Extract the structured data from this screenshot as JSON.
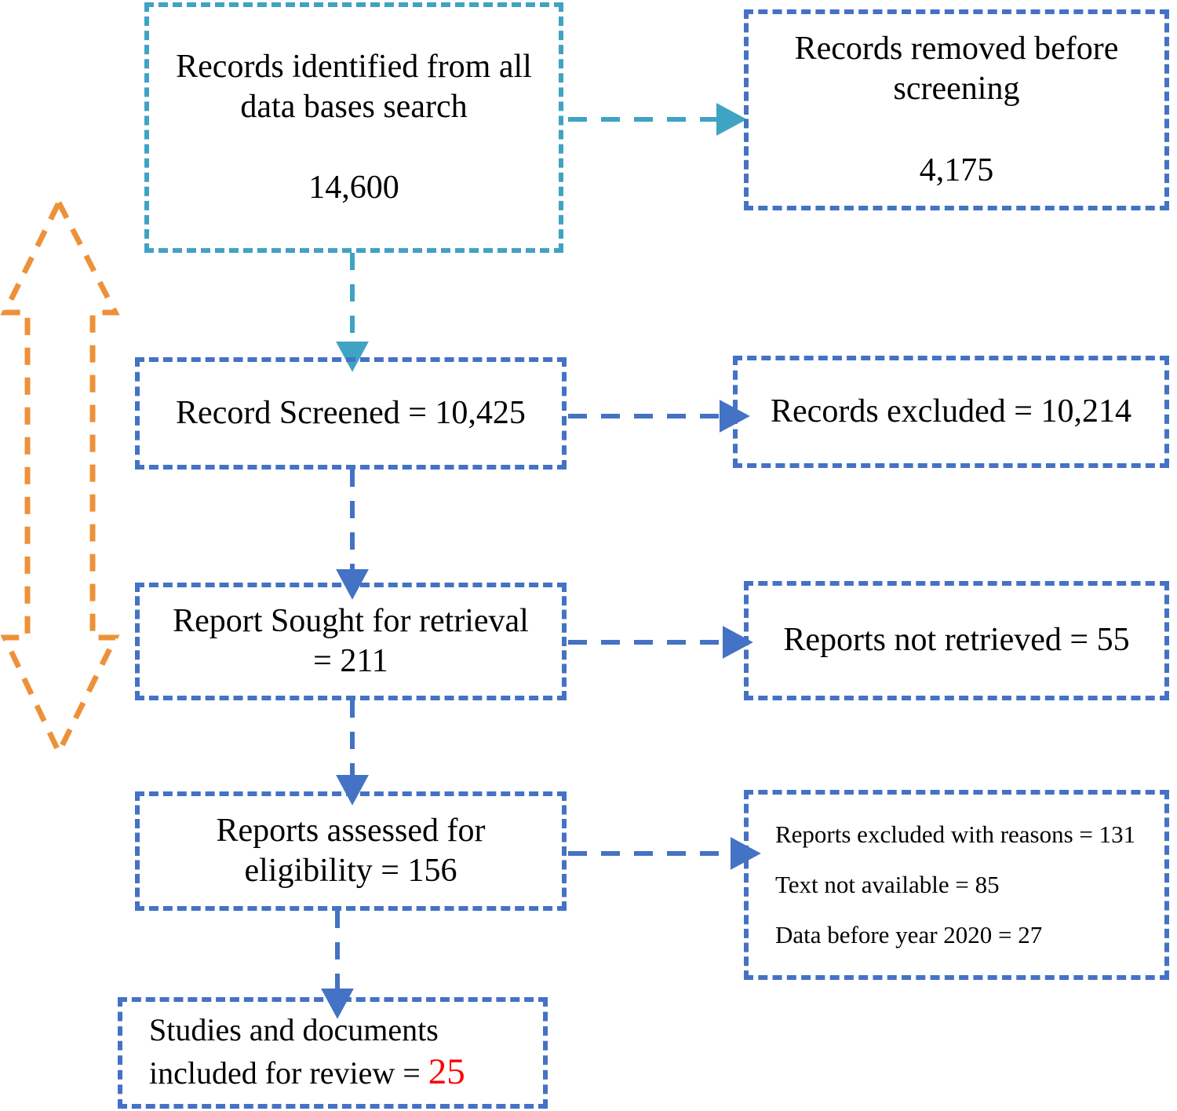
{
  "diagram": {
    "title": "PRISMA study selection flow diagram",
    "colors": {
      "teal": "#3FA3C4",
      "blue": "#4472C4",
      "orange": "#ED9139",
      "red": "#FF0000",
      "text": "#000000",
      "background": "#FFFFFF"
    },
    "boxes": {
      "identification": {
        "line1": "Records identified from all",
        "line2": "data bases search",
        "count": "14,600"
      },
      "removed_before_screening": {
        "line1": "Records removed before",
        "line2": "screening",
        "count": "4,175"
      },
      "records_screened": {
        "line1": "Record Screened = 10,425"
      },
      "records_excluded": {
        "line1": "Records excluded = 10,214"
      },
      "reports_sought": {
        "line1": "Report Sought for retrieval",
        "line2": "= 211"
      },
      "reports_not_retrieved": {
        "line1": "Reports not retrieved = 55"
      },
      "reports_assessed": {
        "line1": "Reports assessed for",
        "line2": "eligibility = 156"
      },
      "reports_excluded_reasons": {
        "reason1": "Reports excluded with reasons = 131",
        "reason2": "Text not available = 85",
        "reason3": "Data before year 2020 = 27"
      },
      "included": {
        "line1": "Studies and documents",
        "line2_prefix": "included for review = ",
        "count": "25"
      }
    },
    "connectors": {
      "identification_to_removed": "arrow-right-teal",
      "identification_to_screened": "arrow-down-teal",
      "screened_to_excluded": "arrow-right-blue",
      "screened_to_sought": "arrow-down-blue",
      "sought_to_not_retrieved": "arrow-right-blue",
      "sought_to_assessed": "arrow-down-blue",
      "assessed_to_excluded_reasons": "arrow-right-blue",
      "assessed_to_included": "arrow-down-blue",
      "phase_range_marker": "double-headed-arrow-orange"
    }
  }
}
